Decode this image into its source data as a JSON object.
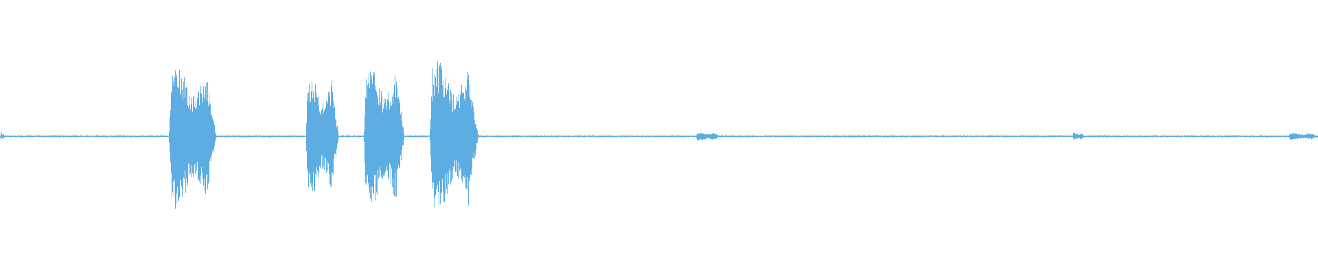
{
  "waveform": {
    "color": "#5dade2",
    "background": "#ffffff",
    "baseline_level": 0.01,
    "segments": [
      {
        "start": 0.0,
        "end": 0.003,
        "peak": 0.06
      },
      {
        "start": 0.128,
        "end": 0.164,
        "peak": 0.96
      },
      {
        "start": 0.232,
        "end": 0.257,
        "peak": 0.78
      },
      {
        "start": 0.276,
        "end": 0.307,
        "peak": 0.93
      },
      {
        "start": 0.326,
        "end": 0.363,
        "peak": 0.99
      },
      {
        "start": 0.528,
        "end": 0.546,
        "peak": 0.06
      },
      {
        "start": 0.814,
        "end": 0.823,
        "peak": 0.05
      },
      {
        "start": 0.978,
        "end": 1.0,
        "peak": 0.05
      }
    ]
  }
}
